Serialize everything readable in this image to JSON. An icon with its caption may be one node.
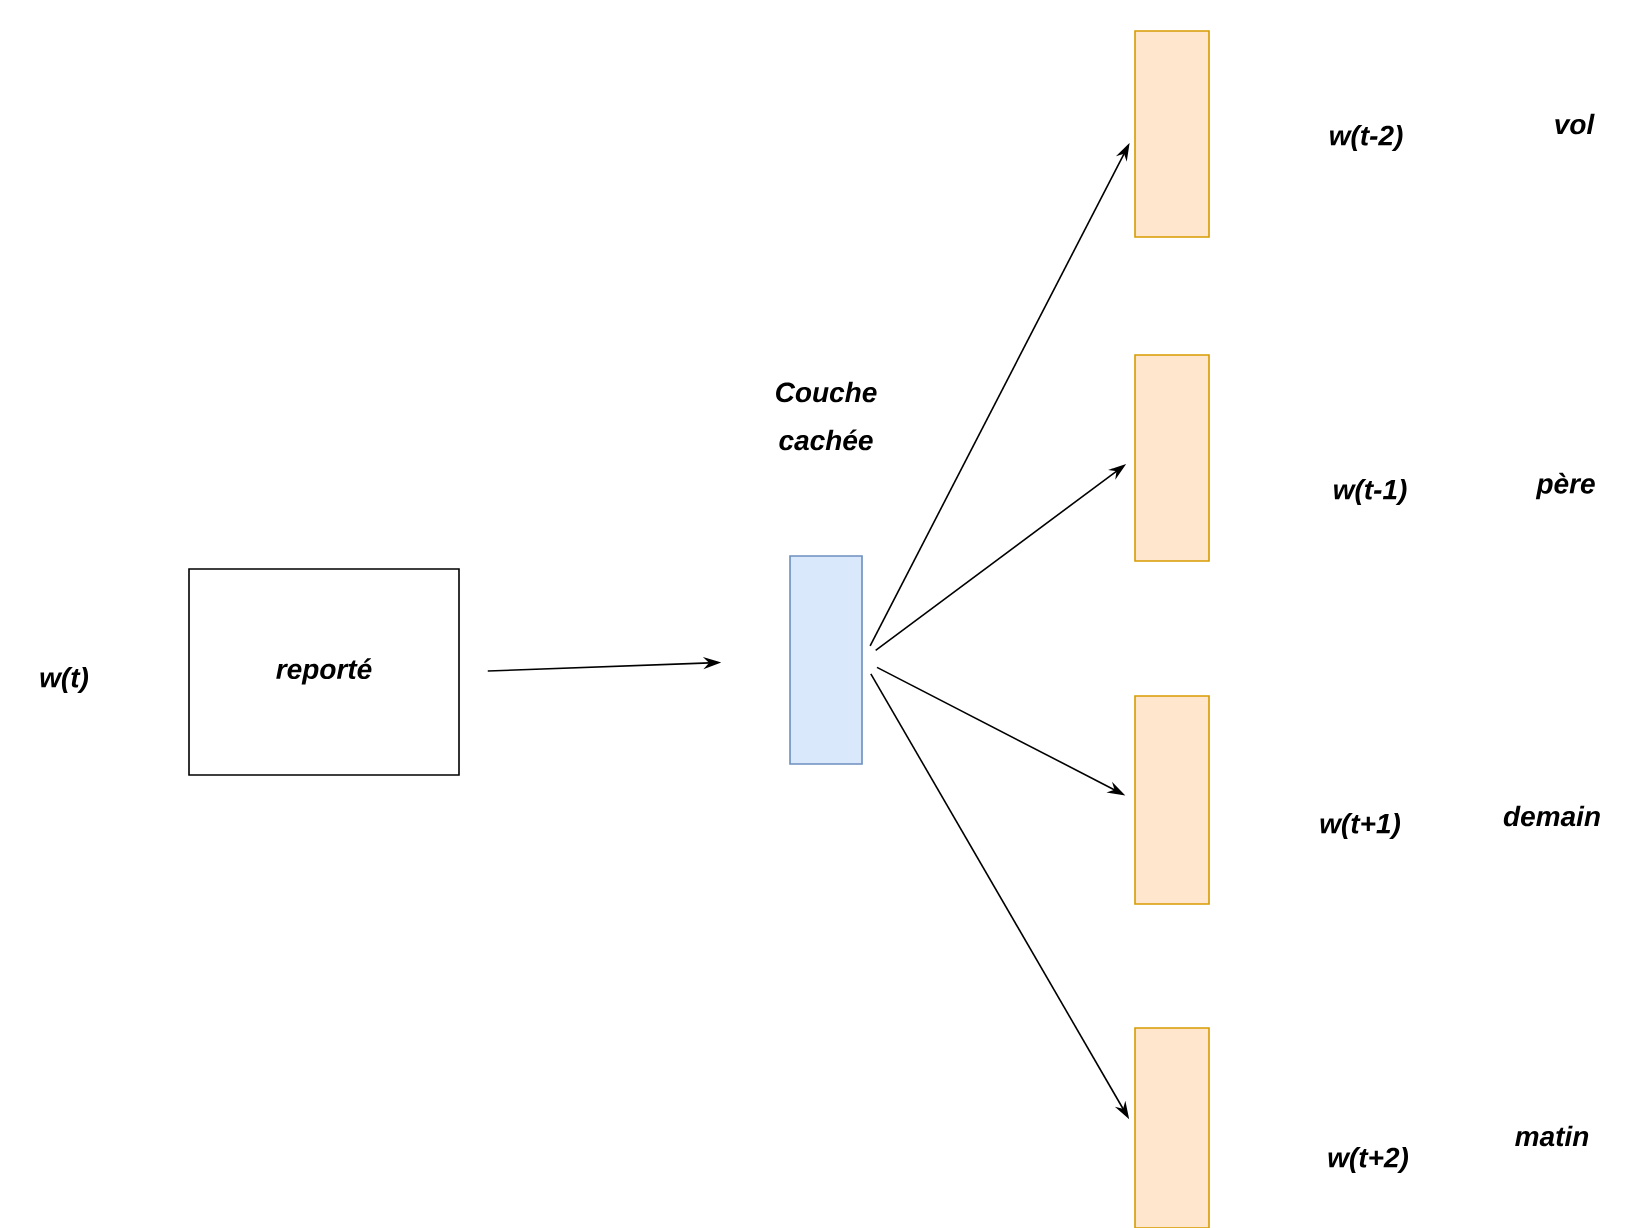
{
  "diagram": {
    "nodes": [
      {
        "text": [
          "reporté"
        ],
        "beside": [
          "w(t)"
        ]
      },
      {
        "text": [],
        "shape": "box",
        "beside": [
          "Couche cachée"
        ]
      },
      {
        "text": [],
        "shape": "bar"
      },
      {
        "text": [],
        "shape": "bar"
      },
      {
        "text": [],
        "shape": "bar"
      },
      {
        "text": [],
        "shape": "bar"
      }
    ],
    "labels": [
      "w(t-2)",
      "vol",
      "w(t-1)",
      "père",
      "w(t+1)",
      "demain",
      "w(t+2)",
      "matin"
    ],
    "edges": [
      {
        "from": 0,
        "to": 1,
        "arrow": "to"
      },
      {
        "from": 1,
        "to": 2,
        "arrow": "to"
      },
      {
        "from": 1,
        "to": 3,
        "arrow": "to"
      },
      {
        "from": 1,
        "to": 4,
        "arrow": "to"
      },
      {
        "from": 1,
        "to": 5,
        "arrow": "to"
      }
    ]
  }
}
